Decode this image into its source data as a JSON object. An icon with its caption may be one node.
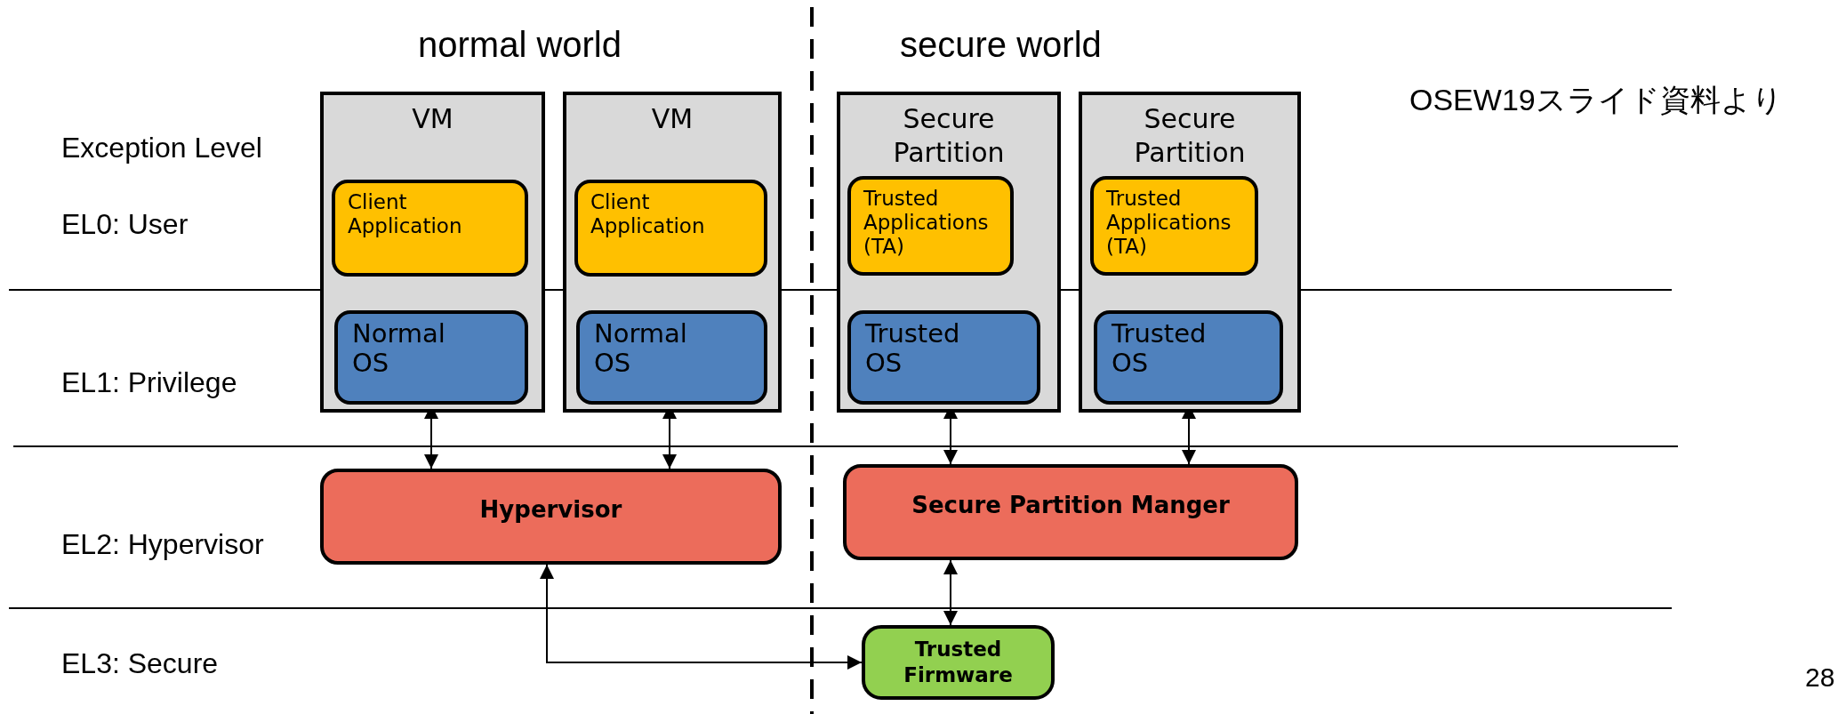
{
  "diagram": {
    "nodes": [
      {
        "text": [
          "VM"
        ]
      },
      {
        "text": [
          "Client Application"
        ],
        "in": 0
      },
      {
        "text": [
          "Normal OS"
        ],
        "in": 0
      },
      {
        "text": [
          "VM"
        ]
      },
      {
        "text": [
          "Client Application"
        ],
        "in": 3
      },
      {
        "text": [
          "Normal OS"
        ],
        "in": 3
      },
      {
        "text": [
          "Secure Partition"
        ]
      },
      {
        "text": [
          "Trusted Applications (TA)"
        ],
        "in": 6
      },
      {
        "text": [
          "Trusted OS"
        ],
        "in": 6
      },
      {
        "text": [
          "Secure Partition"
        ]
      },
      {
        "text": [
          "Trusted Applications (TA)"
        ],
        "in": 9
      },
      {
        "text": [
          "Trusted OS"
        ],
        "in": 9
      },
      {
        "text": [
          "Hypervisor"
        ]
      },
      {
        "text": [
          "Secure Partition Manger"
        ]
      },
      {
        "text": [
          "Trusted Firmware"
        ]
      }
    ],
    "edges": [
      {
        "from": 2,
        "to": 12,
        "arrow": "both"
      },
      {
        "from": 5,
        "to": 12,
        "arrow": "both"
      },
      {
        "from": 8,
        "to": 13,
        "arrow": "both"
      },
      {
        "from": 11,
        "to": 13,
        "arrow": "both"
      },
      {
        "from": 13,
        "to": 14,
        "arrow": "both"
      },
      {
        "from": 12,
        "to": 14,
        "arrow": "both"
      }
    ],
    "labels": [
      "normal world",
      "secure world",
      "OSEW19スライド資料より",
      "Exception Level",
      "EL0: User",
      "EL1: Privilege",
      "EL2: Hypervisor",
      "EL3: Secure",
      "28"
    ]
  }
}
